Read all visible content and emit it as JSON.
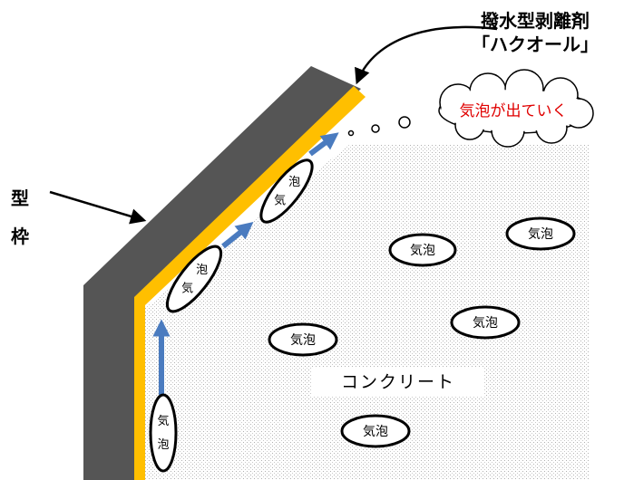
{
  "product": {
    "line1": "撥水型剥離剤",
    "line2": "「ハクオール」"
  },
  "formwork_label": [
    "型",
    "枠"
  ],
  "cloud_text": "気泡が出ていく",
  "concrete_label": "コンクリート",
  "bubble_text": "気泡",
  "bubble_vertical": [
    "気",
    "泡"
  ],
  "colors": {
    "formwork": "#555555",
    "release_agent": "#ffbf00",
    "arrow": "#4a7bbf",
    "cloud_text": "#e00000",
    "concrete_dots": "#bdbdbd"
  }
}
